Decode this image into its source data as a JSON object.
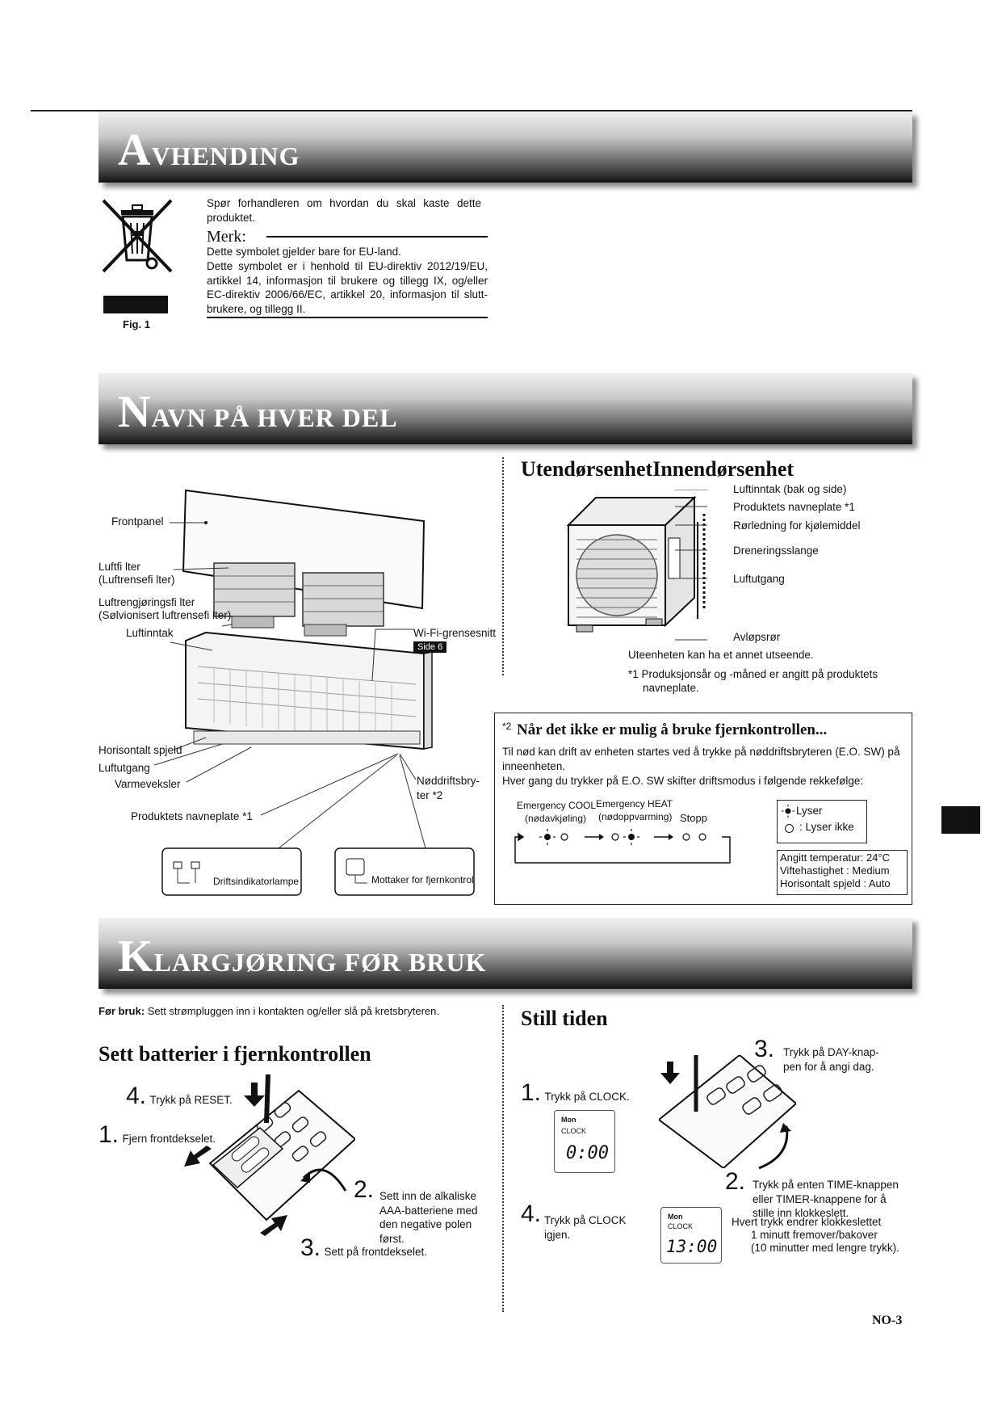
{
  "sections": {
    "avhending": {
      "cap": "A",
      "rest": "VHENDING"
    },
    "navn": {
      "cap": "N",
      "rest": "AVN PÅ HVER DEL"
    },
    "klargjoring": {
      "cap": "K",
      "rest": "LARGJØRING FØR BRUK"
    }
  },
  "disposal": {
    "intro": "Spør forhandleren om hvordan du skal kaste dette produktet.",
    "note_heading": "Merk:",
    "note_lines": [
      "Dette symbolet gjelder bare for EU-land.",
      "Dette symbolet er i henhold til EU-direktiv 2012/19/EU, artikkel 14, informasjon til brukere og tillegg IX, og/eller EC-direktiv 2006/66/EC, artikkel 20, informasjon til slutt-brukere, og tillegg II."
    ],
    "fig_label": "Fig. 1",
    "icon": "crossed-out-wheelie-bin-icon"
  },
  "indoor": {
    "labels": {
      "frontpanel": "Frontpanel",
      "luftfilter": "Luftfi lter",
      "luftfilter_sub": "(Luftrensefi lter)",
      "renfilter": "Luftrengjøringsfi lter",
      "renfilter_sub": "(Sølvionisert luftrensefi lter)",
      "luftinntak": "Luftinntak",
      "wifi": "Wi-Fi-grensesnitt",
      "wifi_badge": "Side 6",
      "horisontalt": "Horisontalt spjeld",
      "luftutgang": "Luftutgang",
      "varmeveksler": "Varmeveksler",
      "noddrift1": "Nøddriftsbry-",
      "noddrift2": "ter *2",
      "navneplate": "Produktets navneplate *1",
      "driftsindikator": "Driftsindikatorlampe",
      "mottaker": "Mottaker for fjernkontrol"
    }
  },
  "outdoor": {
    "heading": "UtendørsenhetInnendørsenhet",
    "labels": [
      "Luftinntak  (bak og side)",
      "Produktets navneplate *1",
      "Rørledning for kjølemiddel",
      "Dreneringsslange",
      "Luftutgang",
      "Avløpsrør"
    ],
    "note1": "Uteenheten kan ha et annet utseende.",
    "note2a": "*1  Produksjonsår og -måned er angitt på produktets",
    "note2b": "navneplate."
  },
  "emergency": {
    "sup": "*2",
    "heading": "Når det ikke er mulig å bruke fjernkontrollen...",
    "text1": "Til nød kan drift av enheten startes ved å trykke på nøddriftsbryteren (E.O. SW) på inneenheten.",
    "text2": "Hver gang du trykker på E.O. SW skifter driftsmodus i følgende rekkefølge:",
    "mode_cool": "Emergency COOL",
    "mode_cool_sub": "(nødavkjøling)",
    "mode_heat": "Emergency HEAT",
    "mode_heat_sub": "(nødoppvarming)",
    "mode_stop": "Stopp",
    "legend_on": "Lyser",
    "legend_off": ": Lyser ikke",
    "settings": [
      "Angitt temperatur: 24°C",
      "Viftehastighet : Medium",
      "Horisontalt spjeld : Auto"
    ]
  },
  "prep": {
    "before_bold": "Før bruk:",
    "before_text": "Sett strømpluggen inn i kontakten og/eller slå på kretsbryteren.",
    "batteries_heading": "Sett batterier i fjernkontrollen",
    "battery_steps": [
      {
        "n": "1.",
        "t": "Fjern frontdekselet."
      },
      {
        "n": "2.",
        "t": "Sett inn de alkaliske AAA-batteriene med den negative polen først."
      },
      {
        "n": "3.",
        "t": "Sett på frontdekselet."
      },
      {
        "n": "4.",
        "t": "Trykk på RESET."
      }
    ],
    "time_heading": "Still tiden",
    "time_steps": [
      {
        "n": "1.",
        "t": "Trykk på CLOCK."
      },
      {
        "n": "2.",
        "t": "Trykk på enten TIME-knappen eller TIMER-knappene for å stille inn klokkeslett."
      },
      {
        "n": "3.",
        "t": "Trykk på DAY-knap-pen for å angi dag."
      },
      {
        "n": "4.",
        "t": "Trykk på CLOCK igjen."
      }
    ],
    "time_note": [
      "Hvert trykk endrer klokkeslettet",
      "1 minutt fremover/bakover",
      "(10 minutter med lengre trykk)."
    ],
    "lcd1": {
      "day": "Mon",
      "clock": "CLOCK",
      "time": "0:00"
    },
    "lcd2": {
      "day": "Mon",
      "clock": "CLOCK",
      "time": "13:00"
    }
  },
  "page_number": "NO-3"
}
